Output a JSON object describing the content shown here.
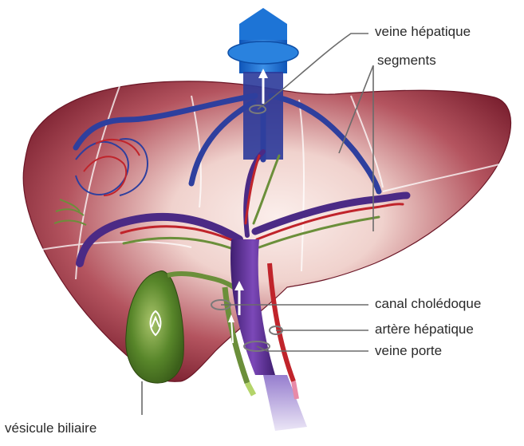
{
  "labels": {
    "hepatic_vein": "veine hépatique",
    "segments": "segments",
    "bile_duct": "canal cholédoque",
    "hepatic_artery": "artère hépatique",
    "portal_vein": "veine porte",
    "gallbladder": "vésicule biliaire"
  },
  "colors": {
    "liver_dark": "#7a1f2e",
    "liver_light": "#f3dcd8",
    "vein_blue": "#2e3f9e",
    "vena_cava_blue": "#1d6fd1",
    "portal_purple": "#5b2d8f",
    "artery_red": "#c0242b",
    "bile_green": "#6b8f3a",
    "gallbladder_green": "#4e7d24",
    "leader_gray": "#6b6b6b"
  }
}
